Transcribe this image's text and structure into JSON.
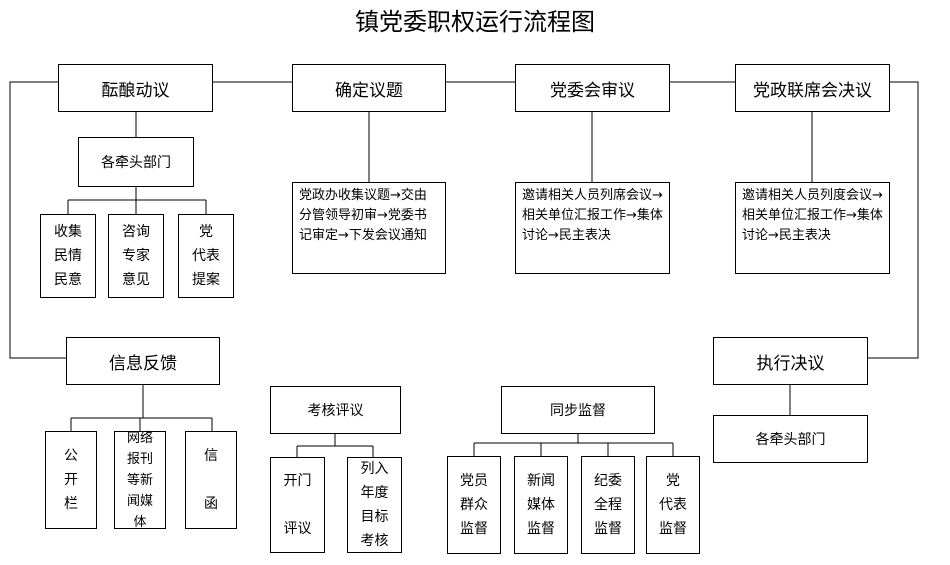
{
  "title": "镇党委职权运行流程图",
  "steps": {
    "s1": "酝酿动议",
    "s2": "确定议题",
    "s3": "党委会审议",
    "s4": "党政联席会决议",
    "s5": "执行决议",
    "s6": "信息反馈"
  },
  "s1_sub": {
    "dept": "各牵头部门",
    "items": [
      "收集\n民情\n民意",
      "咨询\n专家\n意见",
      "党\n代表\n提案"
    ]
  },
  "s2_desc": "党政办收集议题→交由分管领导初审→党委书记审定→下发会议通知",
  "s3_desc": "邀请相关人员列席会议→相关单位汇报工作→集体讨论→民主表决",
  "s4_desc": "邀请相关人员列度会议→相关单位汇报工作→集体讨论→民主表决",
  "s5_sub": "各牵头部门",
  "s6_items": [
    "公\n开\n栏",
    "网络\n报刊\n等新\n闻媒\n体",
    "信\n\n函"
  ],
  "review": {
    "label": "考核评议",
    "items": [
      "开门\n\n评议",
      "列入\n年度\n目标\n考核"
    ]
  },
  "supervision": {
    "label": "同步监督",
    "items": [
      "党员\n群众\n监督",
      "新闻\n媒体\n监督",
      "纪委\n全程\n监督",
      "党\n代表\n监督"
    ]
  }
}
